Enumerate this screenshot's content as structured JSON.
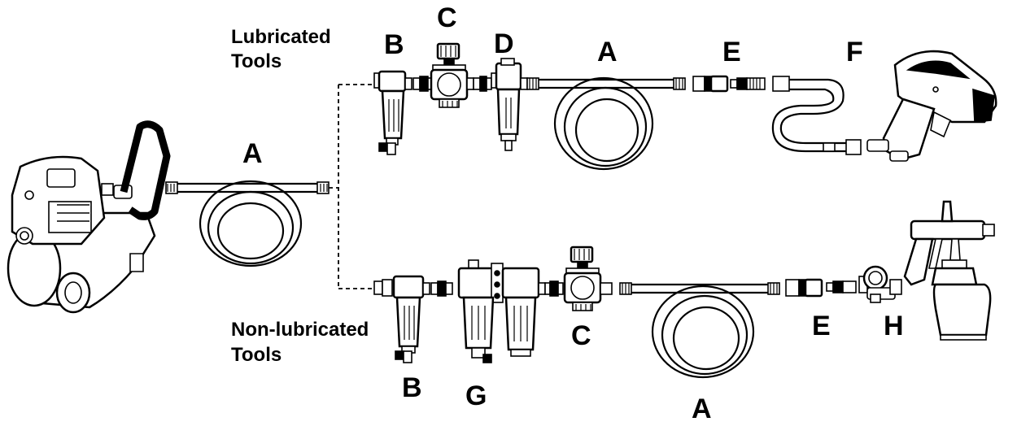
{
  "sections": {
    "lubricated": [
      "Lubricated",
      "Tools"
    ],
    "non_lubricated": [
      "Non-lubricated",
      "Tools"
    ]
  },
  "callouts": {
    "a_main": "A",
    "a_upper": "A",
    "a_lower": "A",
    "b_upper": "B",
    "b_lower": "B",
    "c_upper": "C",
    "c_lower": "C",
    "d": "D",
    "e_upper": "E",
    "e_lower": "E",
    "f": "F",
    "g": "G",
    "h": "H"
  }
}
